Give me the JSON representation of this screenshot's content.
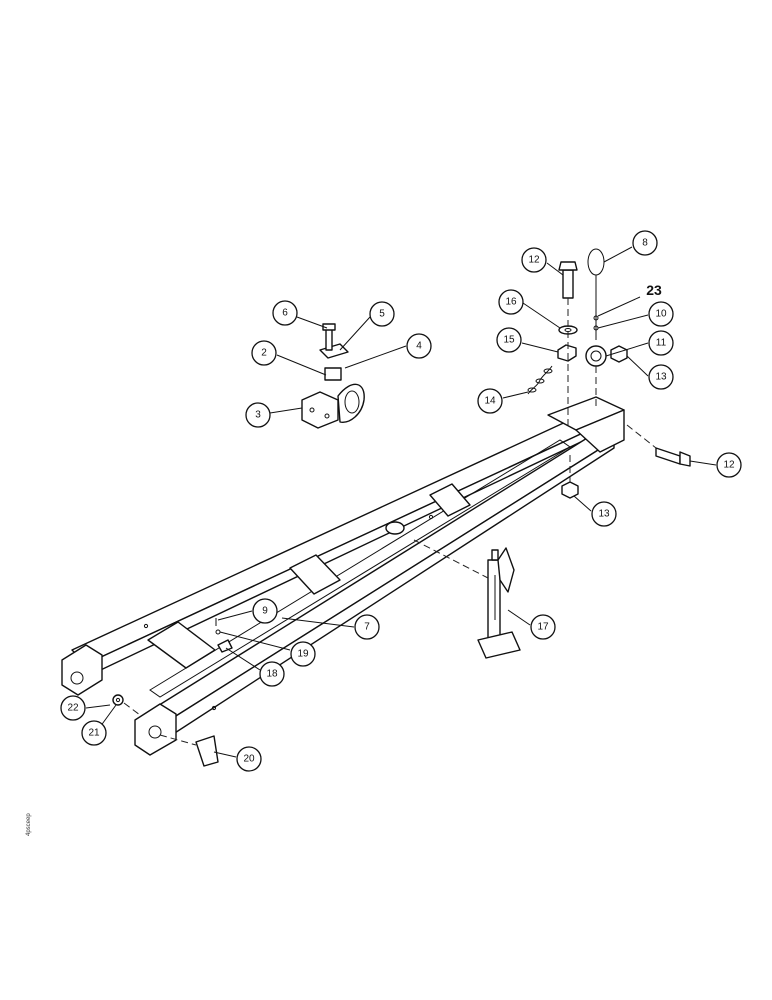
{
  "callouts": [
    {
      "id": "c1",
      "label": "2"
    },
    {
      "id": "c2",
      "label": "3"
    },
    {
      "id": "c3",
      "label": "4"
    },
    {
      "id": "c4",
      "label": "5"
    },
    {
      "id": "c5",
      "label": "6"
    },
    {
      "id": "c6",
      "label": "7"
    },
    {
      "id": "c7",
      "label": "8"
    },
    {
      "id": "c8",
      "label": "9"
    },
    {
      "id": "c9",
      "label": "10"
    },
    {
      "id": "c10",
      "label": "11"
    },
    {
      "id": "c11",
      "label": "12"
    },
    {
      "id": "c12",
      "label": "12"
    },
    {
      "id": "c13",
      "label": "13"
    },
    {
      "id": "c14",
      "label": "13"
    },
    {
      "id": "c15",
      "label": "14"
    },
    {
      "id": "c16",
      "label": "15"
    },
    {
      "id": "c17",
      "label": "16"
    },
    {
      "id": "c18",
      "label": "17"
    },
    {
      "id": "c19",
      "label": "18"
    },
    {
      "id": "c20",
      "label": "19"
    },
    {
      "id": "c21",
      "label": "20"
    },
    {
      "id": "c22",
      "label": "21"
    },
    {
      "id": "c23",
      "label": "22"
    },
    {
      "id": "c24",
      "label": "23"
    }
  ],
  "side_note": "4psceep"
}
